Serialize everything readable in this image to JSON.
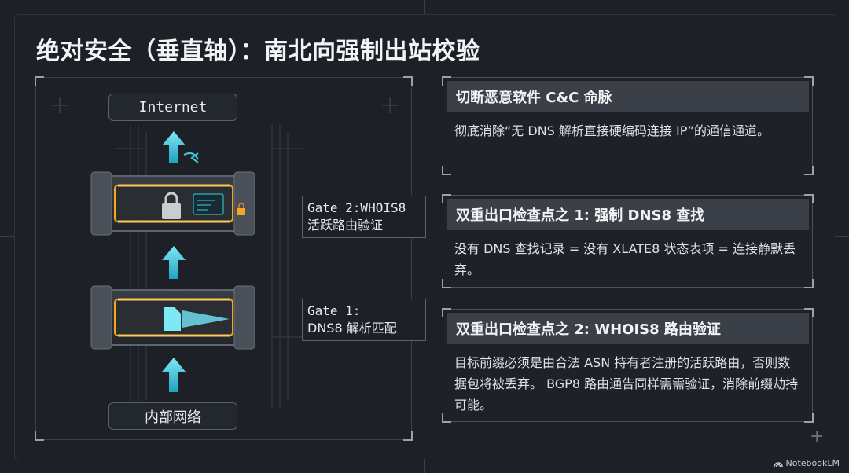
{
  "title": "绝对安全（垂直轴）：南北向强制出站校验",
  "diagram": {
    "top_node": "Internet",
    "bottom_node": "内部网络",
    "gate2_label": [
      "Gate 2:WHOIS8",
      "活跃路由验证"
    ],
    "gate1_label": [
      "Gate 1:",
      "DNS8 解析匹配"
    ]
  },
  "cards": [
    {
      "heading": "切断恶意软件 C&C 命脉",
      "body": "彻底消除“无 DNS 解析直接硬编码连接 IP”的通信通道。"
    },
    {
      "heading": "双重出口检查点之 1: 强制 DNS8 查找",
      "body": "没有 DNS 查找记录 = 没有 XLATE8 状态表项 = 连接静默丢弃。"
    },
    {
      "heading": "双重出口检查点之 2: WHOIS8 路由验证",
      "body": "目标前缀必须是由合法 ASN 持有者注册的活跃路由，否则数据包将被丢弃。 BGP8 路由通告同样需需验证，消除前缀劫持可能。"
    }
  ],
  "watermark": "NotebookLM",
  "colors": {
    "background": "#1d2127",
    "accent_orange": "#f5a623",
    "accent_cyan": "#3fd0e6",
    "card_header": "#3b4048"
  }
}
